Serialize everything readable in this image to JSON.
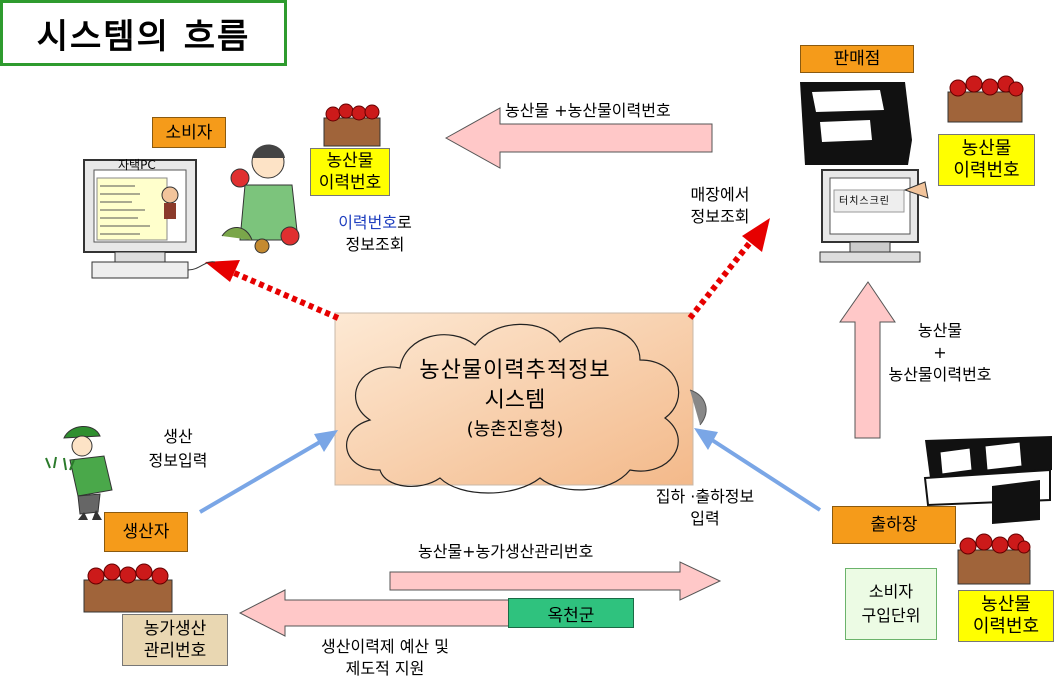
{
  "title": "시스템의 흐름",
  "center": {
    "line1": "농산물이력추적정보",
    "line2": "시스템",
    "line3": "(농촌진흥청)"
  },
  "consumer": {
    "label": "소비자",
    "pc_label": "자택PC",
    "query_blue": "이력번호",
    "query_rest": "로",
    "query_line2": "정보조회"
  },
  "produce_tag_consumer": {
    "line1": "농산물",
    "line2": "이력번호"
  },
  "store": {
    "label": "판매점",
    "kiosk_text": "터치스크린",
    "query_line1": "매장에서",
    "query_line2": "정보조회"
  },
  "produce_tag_store": {
    "line1": "농산물",
    "line2": "이력번호"
  },
  "arrow_store_to_consumer": "농산물 +농산물이력번호",
  "arrow_shipping_to_store": {
    "line1": "농산물",
    "line2": "+",
    "line3": "농산물이력번호"
  },
  "producer": {
    "label": "생산자",
    "input_line1": "생산",
    "input_line2": "정보입력"
  },
  "shipping": {
    "label": "출하장",
    "input_line1": "집하 ·출하정보",
    "input_line2": "입력"
  },
  "consumer_unit": {
    "line1": "소비자",
    "line2": "구입단위"
  },
  "produce_tag_shipping": {
    "line1": "농산물",
    "line2": "이력번호"
  },
  "farm_number": {
    "line1": "농가생산",
    "line2": "관리번호"
  },
  "arrow_farm_to_shipping": "농산물+농가생산관리번호",
  "okcheon": "옥천군",
  "okcheon_support": {
    "line1": "생산이력제 예산 및",
    "line2": "제도적 지원"
  },
  "colors": {
    "orange": "#f59b1a",
    "yellow": "#ffff00",
    "pink_arrow": "#ffc8c8",
    "red_dotted": "#e60000",
    "blue_arrow": "#7aa6e6",
    "cloud": "#f7cfa7"
  }
}
